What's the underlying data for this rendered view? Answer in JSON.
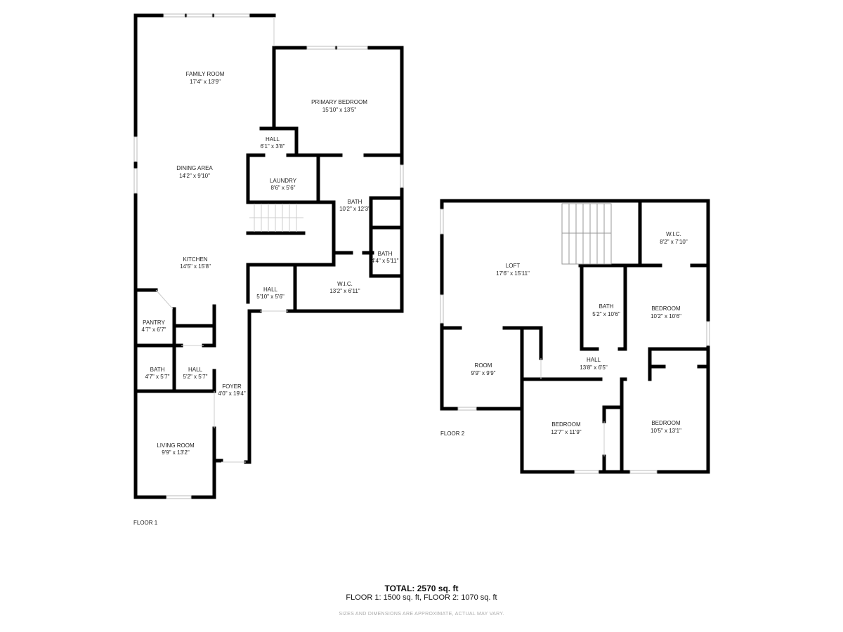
{
  "floor1": {
    "label": "FLOOR 1",
    "rooms": [
      {
        "name": "FAMILY ROOM",
        "size": "17'4\" x 13'9\""
      },
      {
        "name": "PRIMARY BEDROOM",
        "size": "15'10\" x 13'5\""
      },
      {
        "name": "HALL",
        "size": "6'1\" x 3'8\""
      },
      {
        "name": "DINING AREA",
        "size": "14'2\" x 9'10\""
      },
      {
        "name": "LAUNDRY",
        "size": "8'6\" x 5'6\""
      },
      {
        "name": "BATH",
        "size": "10'2\" x 12'3\""
      },
      {
        "name": "BATH",
        "size": "4'4\" x 5'11\""
      },
      {
        "name": "KITCHEN",
        "size": "14'5\" x 15'8\""
      },
      {
        "name": "HALL",
        "size": "5'10\" x 5'6\""
      },
      {
        "name": "W.I.C.",
        "size": "13'2\" x 6'11\""
      },
      {
        "name": "PANTRY",
        "size": "4'7\" x 6'7\""
      },
      {
        "name": "BATH",
        "size": "4'7\" x 5'7\""
      },
      {
        "name": "HALL",
        "size": "5'2\" x 5'7\""
      },
      {
        "name": "FOYER",
        "size": "4'0\" x 19'4\""
      },
      {
        "name": "LIVING ROOM",
        "size": "9'9\" x 13'2\""
      }
    ]
  },
  "floor2": {
    "label": "FLOOR 2",
    "rooms": [
      {
        "name": "LOFT",
        "size": "17'6\" x 15'11\""
      },
      {
        "name": "W.I.C.",
        "size": "8'2\" x 7'10\""
      },
      {
        "name": "BATH",
        "size": "5'2\" x 10'6\""
      },
      {
        "name": "BEDROOM",
        "size": "10'2\" x 10'6\""
      },
      {
        "name": "ROOM",
        "size": "9'9\" x 9'9\""
      },
      {
        "name": "HALL",
        "size": "13'8\" x 6'5\""
      },
      {
        "name": "BEDROOM",
        "size": "12'7\" x 11'9\""
      },
      {
        "name": "BEDROOM",
        "size": "10'5\" x 13'1\""
      }
    ]
  },
  "footer": {
    "total": "TOTAL: 2570 sq. ft",
    "breakdown": "FLOOR 1: 1500 sq. ft, FLOOR 2: 1070 sq. ft",
    "disclaimer": "SIZES AND DIMENSIONS ARE APPROXIMATE, ACTUAL MAY VARY."
  }
}
